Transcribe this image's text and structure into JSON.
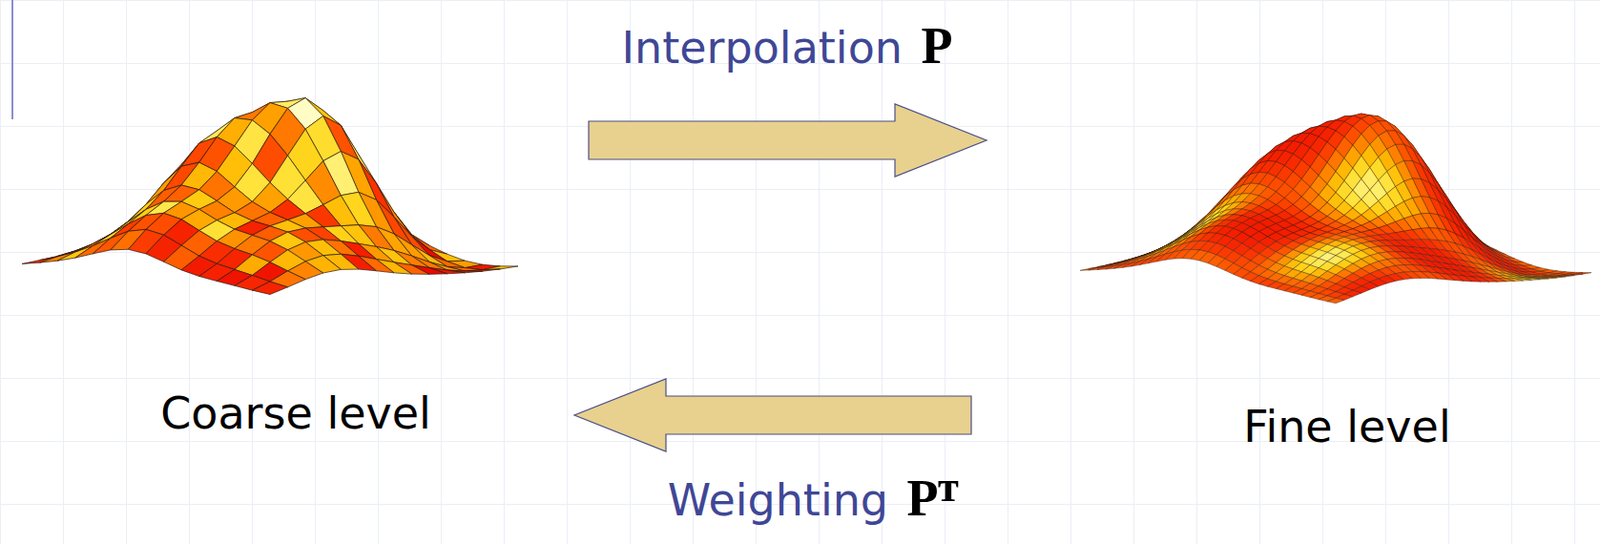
{
  "diagram": {
    "nodes": [
      {
        "text": [
          "Coarse level"
        ]
      },
      {
        "text": [
          "Fine level"
        ]
      }
    ],
    "edges": [
      {
        "from": 0,
        "to": 1,
        "arrow": "to",
        "label": "Interpolation P"
      },
      {
        "from": 1,
        "to": 0,
        "arrow": "to",
        "label": "Weighting Pᵀ"
      }
    ]
  }
}
